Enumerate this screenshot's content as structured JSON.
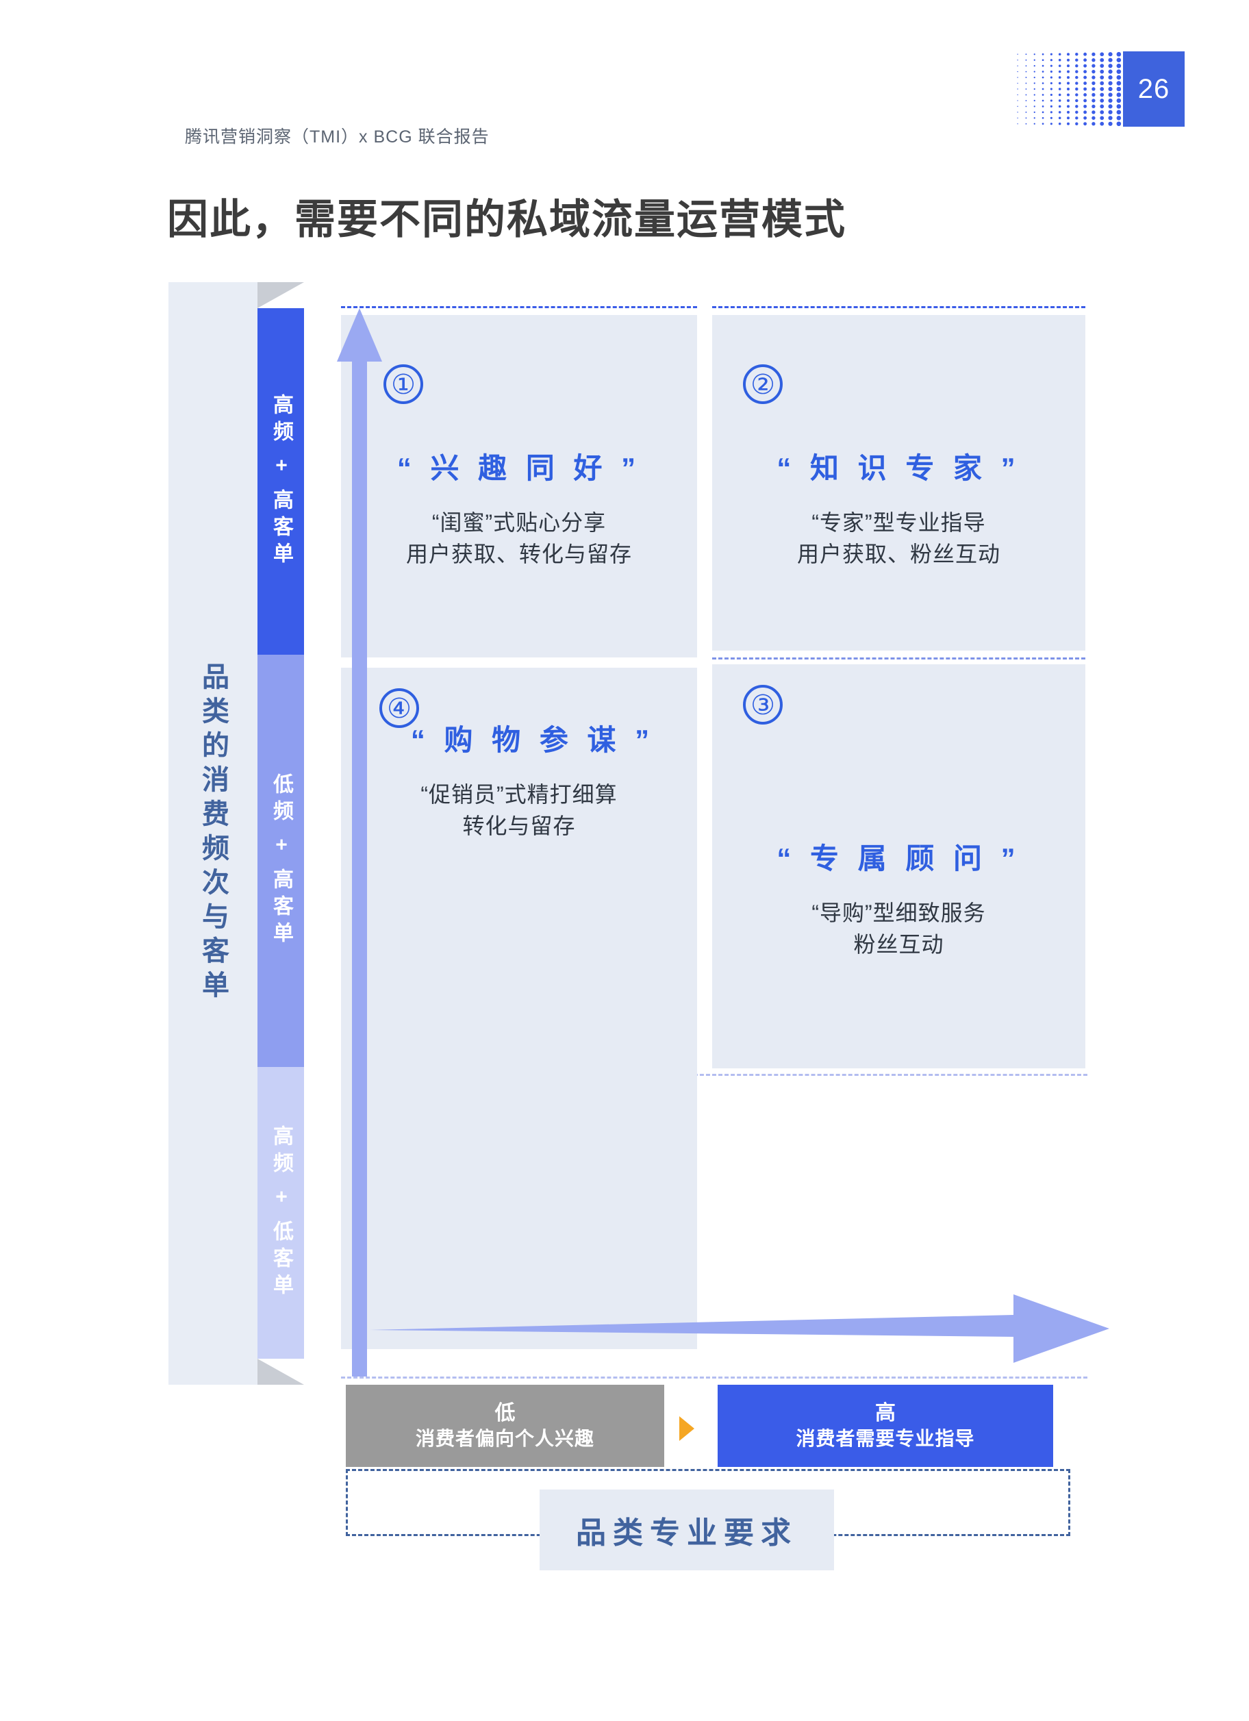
{
  "page": {
    "number": "26",
    "header_note": "腾讯营销洞察（TMI）x BCG 联合报告",
    "title": "因此，需要不同的私域流量运营模式"
  },
  "y_axis": {
    "label": "品类的消费频次与客单",
    "tiers": [
      {
        "label": "高频 + 高客单",
        "color": "#3a5ce8"
      },
      {
        "label": "低频 + 高客单",
        "color": "#8e9ef0"
      },
      {
        "label": "高频 + 低客单",
        "color": "#c8d0f7"
      }
    ],
    "arrow": "up-arrow-icon"
  },
  "x_axis": {
    "label": "品类专业要求",
    "arrow": "right-arrow-icon",
    "low": {
      "level": "低",
      "description": "消费者偏向个人兴趣",
      "color": "#9a9a9a"
    },
    "high": {
      "level": "高",
      "description": "消费者需要专业指导",
      "color": "#3a5ce8"
    },
    "between_arrow": "triangle-right-icon"
  },
  "quadrants": [
    {
      "number": "①",
      "heading": "“ 兴 趣 同 好 ”",
      "body_line_1": "“闺蜜”式贴心分享",
      "body_line_2": "用户获取、转化与留存"
    },
    {
      "number": "②",
      "heading": "“ 知 识 专 家 ”",
      "body_line_1": "“专家”型专业指导",
      "body_line_2": "用户获取、粉丝互动"
    },
    {
      "number": "③",
      "heading": "“ 专 属 顾 问 ”",
      "body_line_1": "“导购”型细致服务",
      "body_line_2": "粉丝互动"
    },
    {
      "number": "④",
      "heading": "“ 购 物 参 谋 ”",
      "body_line_1": "“促销员”式精打细算",
      "body_line_2": "转化与留存"
    }
  ],
  "colors": {
    "accent_blue": "#3a5ce8",
    "deep_blue": "#2f5fe0",
    "panel_blue": "#e6ebf4",
    "axis_panel": "#e8edf5",
    "arrow_periwinkle": "#9aa9f2",
    "gray_bar": "#9a9a9a",
    "orange_arrow": "#f5a623",
    "title_gray": "#3c3c3c"
  }
}
